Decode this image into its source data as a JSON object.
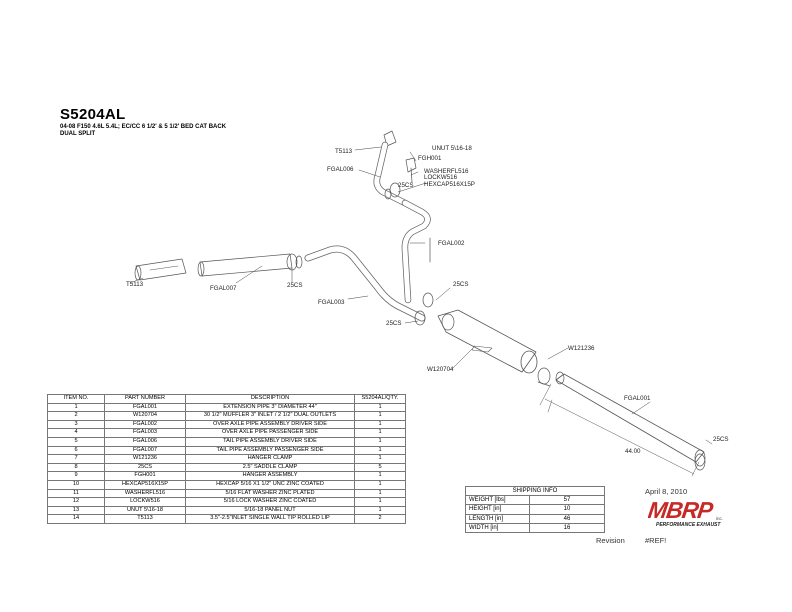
{
  "header": {
    "part_id": "S5204AL",
    "description_line1": "04-08 F150 4.6L 5.4L; EC/CC 6 1/2' & 5 1/2' BED CAT BACK",
    "description_line2": "DUAL SPLIT"
  },
  "callouts": {
    "t5113_top": "T5113",
    "unit": "UNUT 5\\16-18",
    "fgh001": "FGH001",
    "washer": "WASHERFL516",
    "lockw": "LOCKW516",
    "hexcap": "HEXCAP516X15P",
    "fgal006": "FGAL006",
    "cs_top": "25CS",
    "fgal002": "FGAL002",
    "t5113_left": "T5113",
    "fgal007": "FGAL007",
    "cs_mid": "25CS",
    "fgal003": "FGAL003",
    "cs_right": "25CS",
    "cs_lower": "25CS",
    "w121236": "W121236",
    "w120704": "W120704",
    "fgal001": "FGAL001",
    "length": "44.00",
    "cs_end": "25CS"
  },
  "parts_table": {
    "headers": [
      "ITEM NO.",
      "PART NUMBER",
      "DESCRIPTION",
      "S5204AL/QTY."
    ],
    "rows": [
      [
        "1",
        "FGAL001",
        "EXTENSION PIPE 3\" DIAMETER 44\"",
        "1"
      ],
      [
        "2",
        "W120704",
        "30 1/2\" MUFFLER 3\" INLET / 2 1/2\" DUAL OUTLETS",
        "1"
      ],
      [
        "3",
        "FGAL002",
        "OVER AXLE PIPE ASSEMBLY DRIVER SIDE",
        "1"
      ],
      [
        "4",
        "FGAL003",
        "OVER AXLE PIPE PASSENGER SIDE",
        "1"
      ],
      [
        "5",
        "FGAL006",
        "TAIL PIPE ASSEMBLY DRIVER SIDE",
        "1"
      ],
      [
        "6",
        "FGAL007",
        "TAIL PIPE ASSEMBLY PASSENGER SIDE",
        "1"
      ],
      [
        "7",
        "W121236",
        "HANGER CLAMP",
        "1"
      ],
      [
        "8",
        "25CS",
        "2.5\" SADDLE CLAMP",
        "5"
      ],
      [
        "9",
        "FGH001",
        "HANGER ASSEMBLY",
        "1"
      ],
      [
        "10",
        "HEXCAP516X15P",
        "HEXCAP 5/16 X1 1/2\" UNC ZINC COATED",
        "1"
      ],
      [
        "11",
        "WASHERFL516",
        "5/16 FLAT WASHER ZINC PLATED",
        "1"
      ],
      [
        "12",
        "LOCKW516",
        "5/16 LOCK WASHER ZINC COATED",
        "1"
      ],
      [
        "13",
        "UNUT 5\\16-18",
        "5/16-18 PANEL NUT",
        "1"
      ],
      [
        "14",
        "T5113",
        "3.5\"-2.5\"INLET SINGLE WALL TIP ROLLED LIP",
        "2"
      ]
    ]
  },
  "shipping": {
    "title": "SHIPPING INFO",
    "rows": [
      {
        "label": "WEIGHT [lbs]",
        "value": "57"
      },
      {
        "label": "HEIGHT [in]",
        "value": "10"
      },
      {
        "label": "LENGTH [in]",
        "value": "46"
      },
      {
        "label": "WIDTH [in]",
        "value": "16"
      }
    ]
  },
  "date": "April 8, 2010",
  "logo": {
    "brand": "MBRP",
    "suffix": "inc.",
    "tagline": "PERFORMANCE EXHAUST"
  },
  "revision": {
    "label": "Revision",
    "value": "#REF!"
  }
}
